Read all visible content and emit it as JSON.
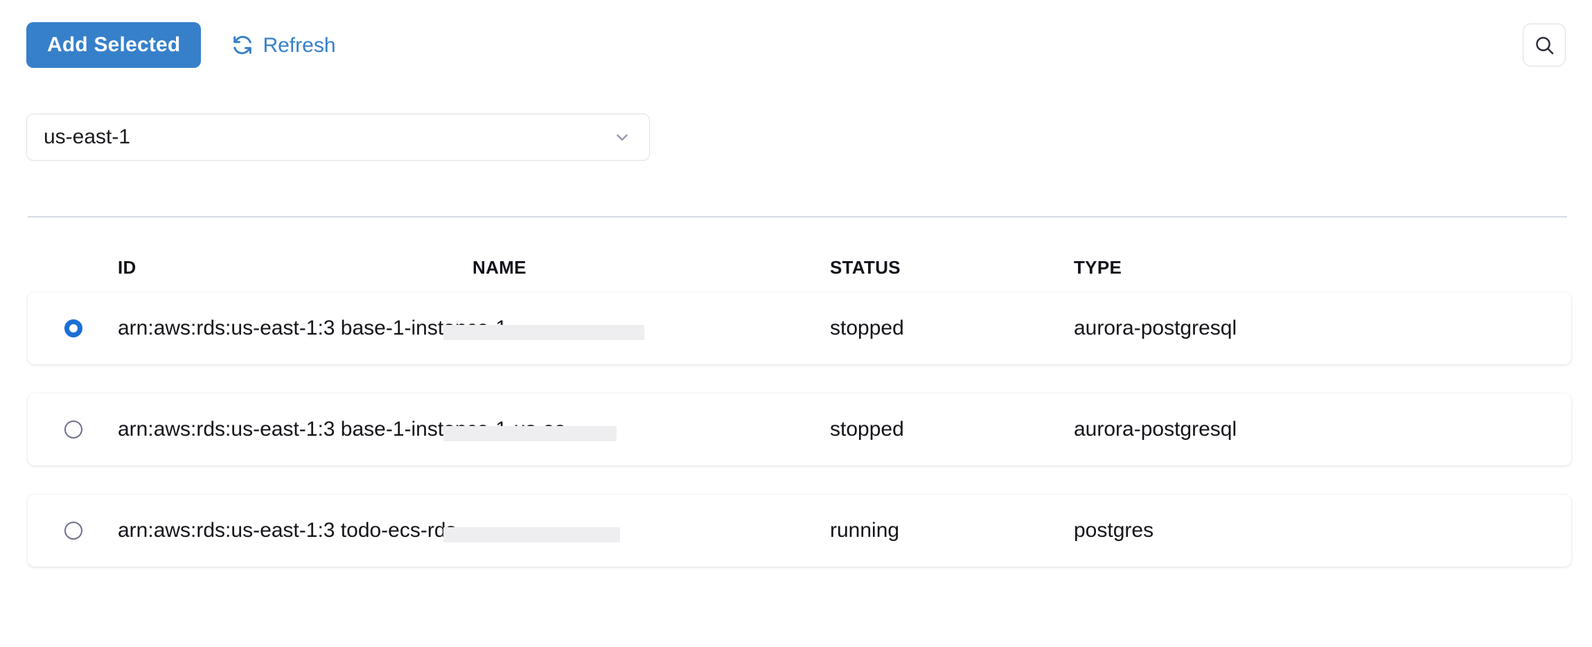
{
  "toolbar": {
    "add_selected_label": "Add Selected",
    "refresh_label": "Refresh",
    "refresh_icon": "refresh-icon",
    "search_icon": "search-icon"
  },
  "region": {
    "selected": "us-east-1",
    "chevron_icon": "chevron-down-icon"
  },
  "table": {
    "columns": [
      "ID",
      "NAME",
      "STATUS",
      "TYPE"
    ],
    "rows": [
      {
        "selected": true,
        "id": "arn:aws:rds:us-east-1:3                      base-1-instance-1",
        "status": "stopped",
        "type": "aurora-postgresql",
        "redacted": true
      },
      {
        "selected": false,
        "id": "arn:aws:rds:us-east-1:3                  base-1-instance-1-us-ea...",
        "status": "stopped",
        "type": "aurora-postgresql",
        "redacted": true
      },
      {
        "selected": false,
        "id": "arn:aws:rds:us-east-1:3                  todo-ecs-rds",
        "status": "running",
        "type": "postgres",
        "redacted": true
      }
    ]
  },
  "colors": {
    "accent": "#3680ca",
    "radio_selected": "#1b6fd4",
    "divider": "#d6dae6",
    "text": "#14141a",
    "redaction": "#eeeef0"
  }
}
